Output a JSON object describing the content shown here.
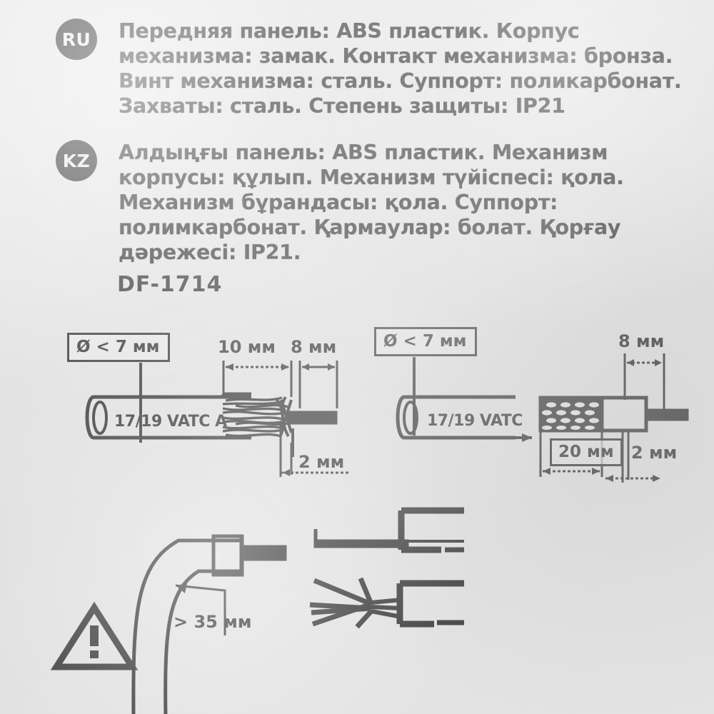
{
  "document": {
    "background_color": "#e3e3e3",
    "ink_color": "#141414",
    "model_code": "DF-1714"
  },
  "languages": [
    {
      "code": "RU",
      "badge": "RU",
      "text": "Передняя панель: ABS пластик. Корпус механизма: замак. Контакт механизма: бронза. Винт механизма: сталь. Суппорт: поликарбонат. Захваты: сталь. Степень защиты: IP21"
    },
    {
      "code": "KZ",
      "badge": "KZ",
      "text": "Алдыңғы панель: ABS пластик. Механизм корпусы: құлып. Механизм түйіспесі: қола. Механизм бұрандасы: қола. Суппорт: полимкарбонат. Қармаулар: болат. Қорғау дәрежесі: IP21."
    }
  ],
  "diagrams": {
    "left_stranded": {
      "name": "stranded-wire-preparation",
      "diameter_spec": "Ø < 7 мм",
      "cable_marking": "17/19 VATC A",
      "strip_length": "10 мм",
      "tip_length": "8 мм",
      "conductor_thickness": "2 мм"
    },
    "right_ferrule": {
      "name": "ferrule-wire-preparation",
      "diameter_spec": "Ø < 7 мм",
      "cable_marking": "17/19 VATC",
      "ferrule_length": "20 мм",
      "tip_length": "8 мм",
      "conductor_thickness": "2 мм"
    },
    "bend_radius": {
      "name": "minimum-bend-radius",
      "label": "> 35 мм",
      "warning_icon": "warning-triangle-icon",
      "warning_glyph": "!"
    },
    "terminal_ok": {
      "name": "terminal-insertion-correct"
    },
    "terminal_bad": {
      "name": "terminal-insertion-frayed-incorrect"
    }
  }
}
